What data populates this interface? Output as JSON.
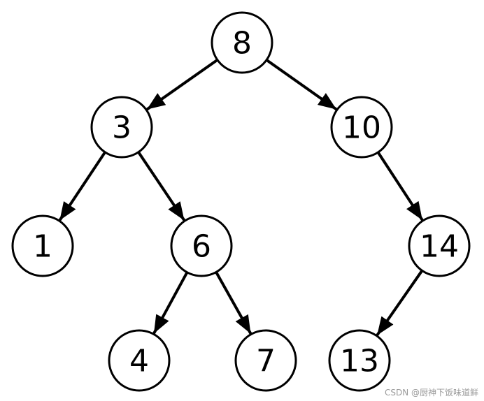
{
  "tree": {
    "nodes": [
      {
        "id": "n8",
        "label": "8"
      },
      {
        "id": "n3",
        "label": "3"
      },
      {
        "id": "n10",
        "label": "10"
      },
      {
        "id": "n1",
        "label": "1"
      },
      {
        "id": "n6",
        "label": "6"
      },
      {
        "id": "n14",
        "label": "14"
      },
      {
        "id": "n4",
        "label": "4"
      },
      {
        "id": "n7",
        "label": "7"
      },
      {
        "id": "n13",
        "label": "13"
      }
    ],
    "edges": [
      {
        "from": "n8",
        "to": "n3"
      },
      {
        "from": "n8",
        "to": "n10"
      },
      {
        "from": "n3",
        "to": "n1"
      },
      {
        "from": "n3",
        "to": "n6"
      },
      {
        "from": "n10",
        "to": "n14"
      },
      {
        "from": "n6",
        "to": "n4"
      },
      {
        "from": "n6",
        "to": "n7"
      },
      {
        "from": "n14",
        "to": "n13"
      }
    ]
  },
  "watermark": {
    "text": "CSDN @厨神下饭味道鲜"
  },
  "colors": {
    "stroke": "#000000",
    "fill": "#ffffff",
    "watermark": "#9a9a9a"
  }
}
